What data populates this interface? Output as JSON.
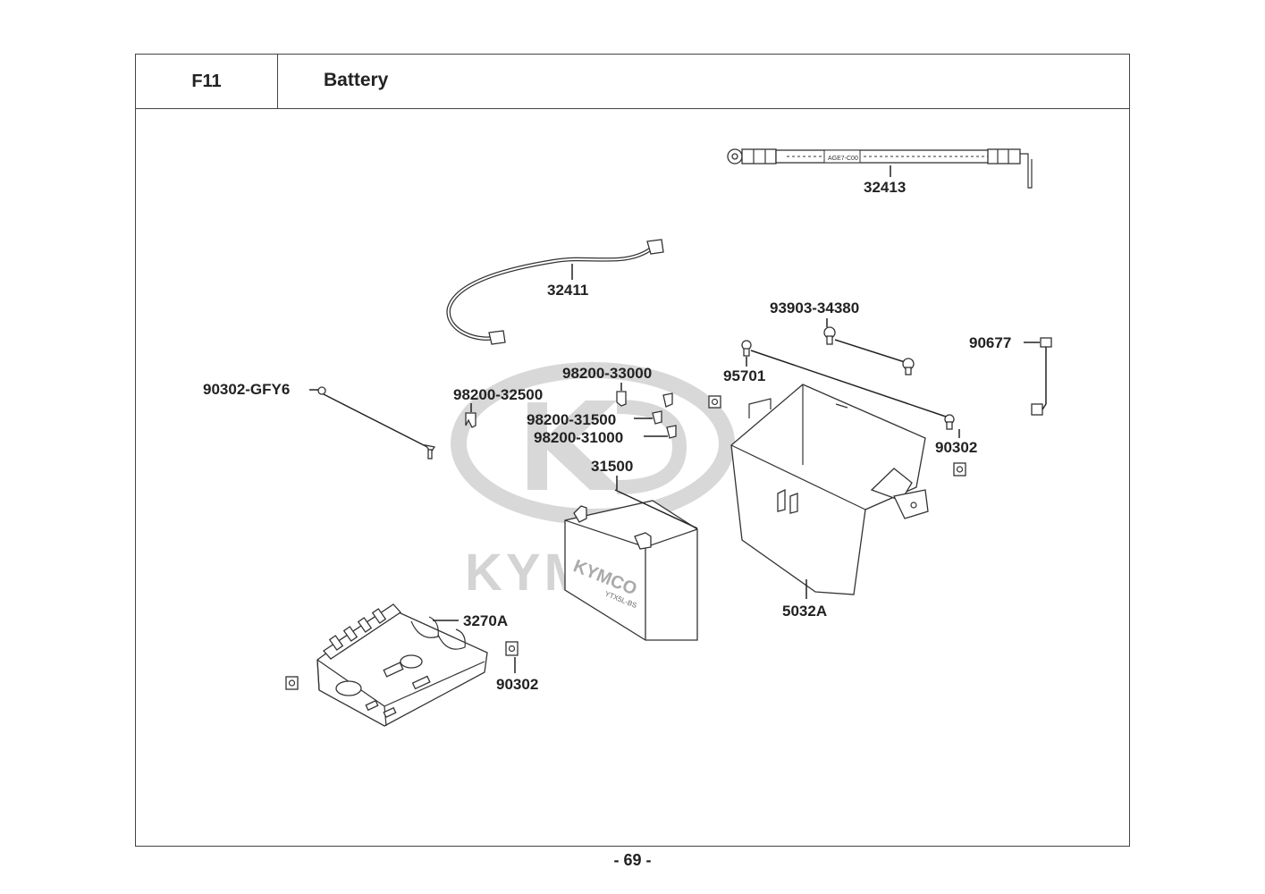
{
  "header": {
    "code": "F11",
    "title": "Battery"
  },
  "watermark": {
    "brand": "KYMCO"
  },
  "battery_label": {
    "brand": "KYMCO",
    "model": "YTX5L-BS"
  },
  "cable_tag": "AGE7-C00",
  "page_number": "- 69 -",
  "parts": {
    "p32413": "32413",
    "p32411": "32411",
    "p93903_34380": "93903-34380",
    "p90677": "90677",
    "p95701": "95701",
    "p90302_gfy6": "90302-GFY6",
    "p98200_33000": "98200-33000",
    "p98200_32500": "98200-32500",
    "p98200_31500": "98200-31500",
    "p98200_31000": "98200-31000",
    "p90302_right": "90302",
    "p31500": "31500",
    "p5032a": "5032A",
    "p3270a": "3270A",
    "p90302_bottom": "90302"
  },
  "colors": {
    "line": "#222222",
    "watermark": "#d4d4d4"
  }
}
